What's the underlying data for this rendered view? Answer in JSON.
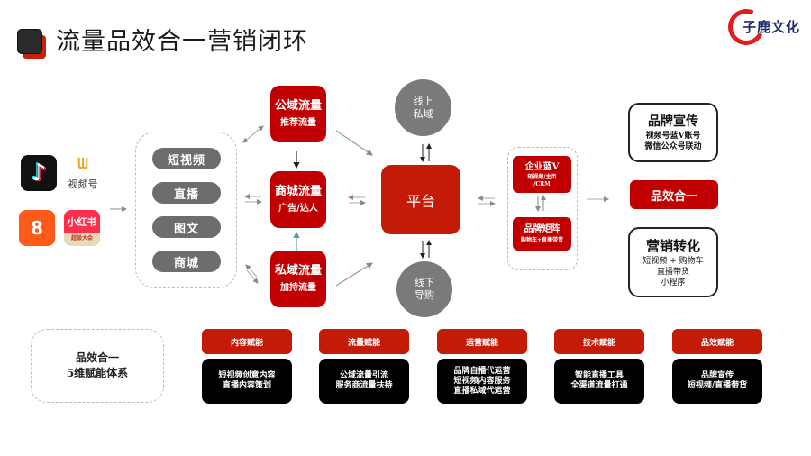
{
  "header": {
    "title": "流量品效合一营销闭环",
    "brand_name": "子鹿文化",
    "colors": {
      "accent_red": "#c00000",
      "platform_red": "#c41a08",
      "dark": "#2b2b2b",
      "gray": "#7a7a7a"
    }
  },
  "apps": [
    {
      "name": "douyin",
      "glyph": "♪"
    },
    {
      "name": "shipinhao",
      "glyph": "ᗯ",
      "label": "视频号"
    },
    {
      "name": "kuaishou",
      "glyph": "8"
    },
    {
      "name": "xiaohongshu",
      "label": "小红书",
      "sub": "超级大会"
    }
  ],
  "content_types": [
    "短视频",
    "直播",
    "图文",
    "商城"
  ],
  "traffic": {
    "public": {
      "main": "公域流量",
      "sub": "推荐流量"
    },
    "mall": {
      "main": "商城流量",
      "sub": "广告/达人"
    },
    "private": {
      "main": "私域流量",
      "sub": "加持流量"
    }
  },
  "platform": {
    "label": "平台"
  },
  "circles": {
    "online": [
      "线上",
      "私域"
    ],
    "offline": [
      "线下",
      "导购"
    ]
  },
  "enterprise": {
    "blue_v": {
      "main": "企业蓝V",
      "sub1": "短视频/主页",
      "sub2": "/CRM"
    },
    "matrix": {
      "main": "品牌矩阵",
      "sub": "购物车+直播带货"
    }
  },
  "outcomes": {
    "brand_promo": {
      "main": "品牌宣传",
      "lines": [
        "视频号蓝V账号",
        "微信公众号联动"
      ]
    },
    "pinxiao": "品效合一",
    "marketing": {
      "main": "营销转化",
      "lines": [
        "短视频 + 购物车",
        "直播带货",
        "小程序"
      ]
    }
  },
  "system": {
    "lines": [
      "品效合一",
      "5维赋能体系"
    ]
  },
  "capabilities": [
    {
      "title": "内容赋能",
      "lines": [
        "短视频创意内容",
        "直播内容策划"
      ]
    },
    {
      "title": "流量赋能",
      "lines": [
        "公域流量引流",
        "服务商流量扶持"
      ]
    },
    {
      "title": "运营赋能",
      "lines": [
        "品牌自播代运营",
        "短视频内容服务",
        "直播私域代运营"
      ]
    },
    {
      "title": "技术赋能",
      "lines": [
        "智能直播工具",
        "全渠道流量打通"
      ]
    },
    {
      "title": "品效赋能",
      "lines": [
        "品牌宣传",
        "短视频/直播带货"
      ]
    }
  ]
}
